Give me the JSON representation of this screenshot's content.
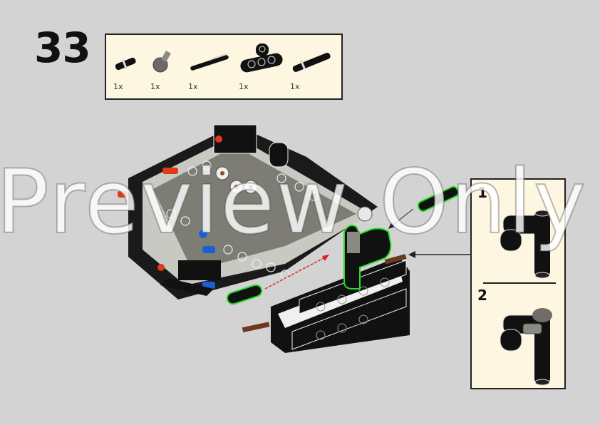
{
  "step": {
    "number": "33"
  },
  "parts_list": {
    "items": [
      {
        "name": "black-pin-with-friction",
        "qty": "1x"
      },
      {
        "name": "dark-gray-pin-connector",
        "qty": "1x"
      },
      {
        "name": "black-axle-pin",
        "qty": "1x"
      },
      {
        "name": "black-liftarm-with-connector",
        "qty": "1x"
      },
      {
        "name": "black-long-pin",
        "qty": "1x"
      }
    ]
  },
  "sub_assembly": {
    "steps": [
      {
        "number": "1"
      },
      {
        "number": "2"
      }
    ]
  },
  "colors": {
    "background": "#d3d3d3",
    "panel": "#fdf6e1",
    "highlight": "#22dd22",
    "arrow": "#e02020",
    "red_pin": "#e03a1a",
    "blue_pin": "#1c5fd0",
    "brown_axle": "#6b3a1e"
  },
  "watermark": {
    "text": "Preview Only"
  }
}
